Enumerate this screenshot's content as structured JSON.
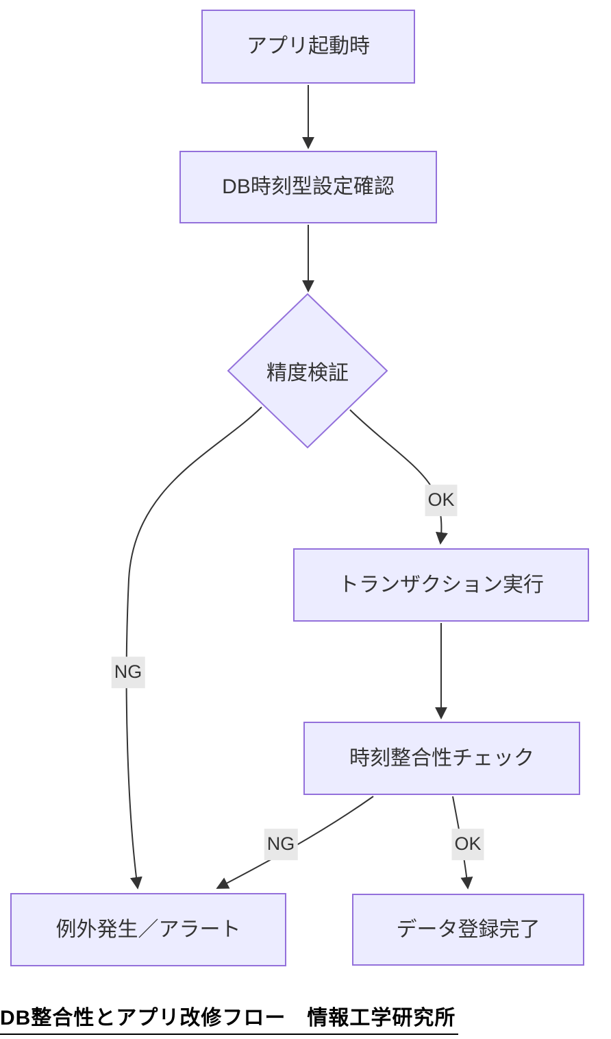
{
  "diagram": {
    "nodes": {
      "start": {
        "label": "アプリ起動時"
      },
      "dbcheck": {
        "label": "DB時刻型設定確認"
      },
      "decision": {
        "label": "精度検証"
      },
      "transaction": {
        "label": "トランザクション実行"
      },
      "timecheck": {
        "label": "時刻整合性チェック"
      },
      "alert": {
        "label": "例外発生／アラート"
      },
      "done": {
        "label": "データ登録完了"
      }
    },
    "edge_labels": {
      "decision_ok": "OK",
      "decision_ng": "NG",
      "timecheck_ng": "NG",
      "timecheck_ok": "OK"
    },
    "caption": "DB整合性とアプリ改修フロー　情報工学研究所",
    "colors": {
      "node_fill": "#ECECFF",
      "node_border": "#9370DB",
      "edge": "#333333",
      "edge_label_bg": "#e8e8e8",
      "text": "#333333",
      "caption_text": "#000000",
      "background": "#ffffff"
    }
  }
}
